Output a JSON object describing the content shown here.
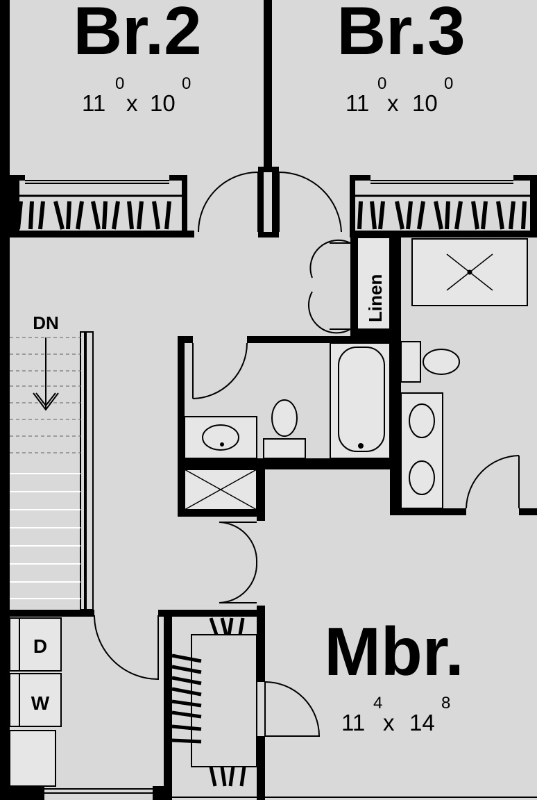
{
  "rooms": {
    "br2": {
      "name": "Br.2",
      "dim_w": "11",
      "dim_w_in": "0",
      "times": "x",
      "dim_h": "10",
      "dim_h_in": "0"
    },
    "br3": {
      "name": "Br.3",
      "dim_w": "11",
      "dim_w_in": "0",
      "times": "x",
      "dim_h": "10",
      "dim_h_in": "0"
    },
    "mbr": {
      "name": "Mbr.",
      "dim_w": "11",
      "dim_w_in": "4",
      "times": "x",
      "dim_h": "14",
      "dim_h_in": "8"
    }
  },
  "labels": {
    "linen": "Linen",
    "stairs_down": "DN",
    "dryer": "D",
    "washer": "W"
  },
  "colors": {
    "floor": "#d9d9d9",
    "wall": "#000000",
    "fixture": "#e6e6e6"
  }
}
